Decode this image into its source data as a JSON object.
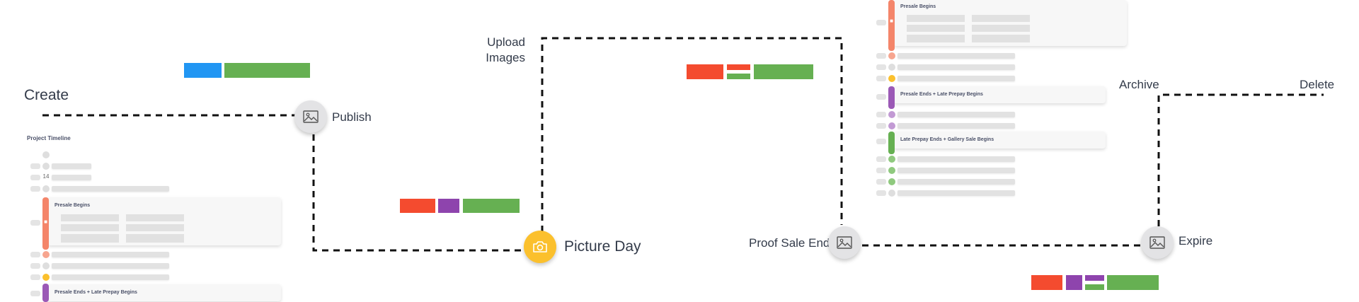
{
  "stages": {
    "create": "Create",
    "publish": "Publish",
    "upload_images": "Upload Images",
    "picture_day": "Picture Day",
    "proof_sale_ends": "Proof Sale Ends",
    "expire": "Expire",
    "archive": "Archive",
    "delete": "Delete"
  },
  "icons": {
    "publish": "image-icon",
    "picture_day": "camera-icon",
    "proof_sale_ends": "image-icon",
    "expire": "image-icon"
  },
  "timeline_left": {
    "title": "Project Timeline",
    "day_number": "14",
    "cards": [
      "Presale Begins",
      "Presale Ends + Late Prepay Begins"
    ]
  },
  "timeline_right": {
    "cards": [
      "Presale Begins",
      "Presale Ends + Late Prepay Begins",
      "Late Prepay Ends + Gallery Sale Begins"
    ]
  },
  "colors": {
    "blue": "#2196f3",
    "green": "#66b052",
    "red": "#f44b2f",
    "purple": "#8e44ad",
    "yellow": "#fbc02d",
    "line": "#111111"
  }
}
